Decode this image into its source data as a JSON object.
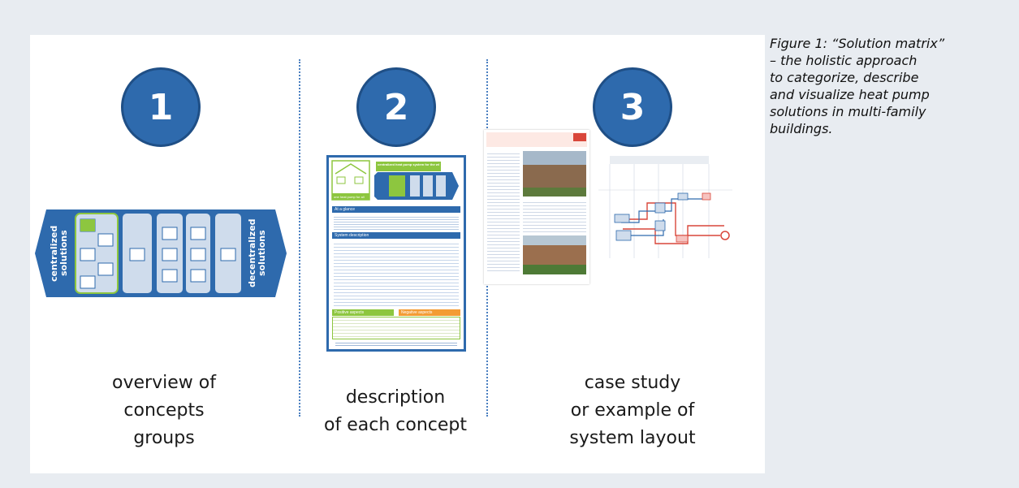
{
  "steps": [
    {
      "number": "1",
      "caption": [
        "overview of",
        "concepts",
        "groups"
      ]
    },
    {
      "number": "2",
      "caption": [
        "description",
        "of each concept"
      ]
    },
    {
      "number": "3",
      "caption": [
        "case study",
        "or example of",
        "system layout"
      ]
    }
  ],
  "overview": {
    "left_label": [
      "centralized",
      "solutions"
    ],
    "right_label": [
      "decentralized",
      "solutions"
    ]
  },
  "concept_sheet": {
    "top_banner": "centralized heat pump system for the whole building",
    "left_tag": "one heat pump for all",
    "at_a_glance": "At a glance",
    "system_description": "System description",
    "positive": "Positive aspects",
    "negative": "Negative aspects"
  },
  "figure_caption": [
    "Figure 1: “Solution matrix”",
    "– the holistic approach",
    "to categorize, describe",
    "and visualize heat pump",
    "solutions in multi-family",
    "buildings."
  ],
  "colors": {
    "accent": "#2e6aad",
    "green": "#8dc63f",
    "orange": "#f39c34",
    "red": "#d9463a"
  }
}
